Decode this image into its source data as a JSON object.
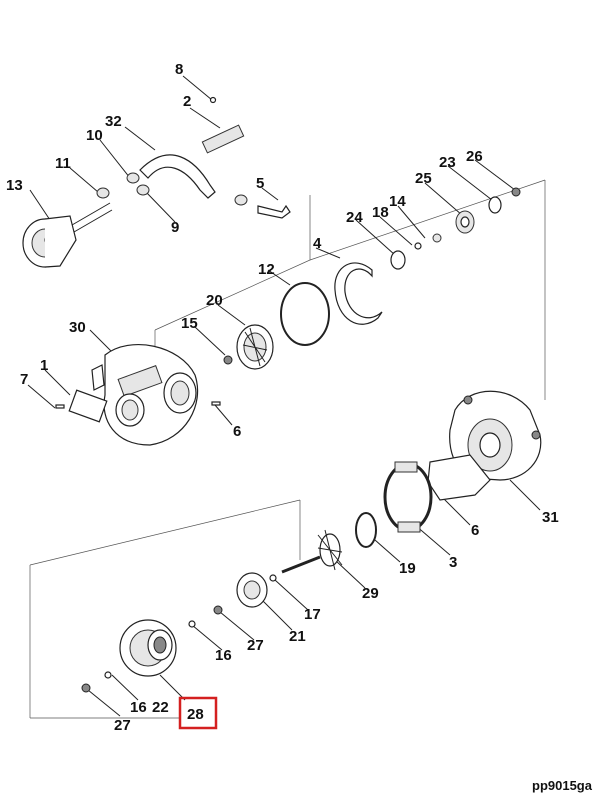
{
  "parts": {
    "p1": "1",
    "p2": "2",
    "p3": "3",
    "p4": "4",
    "p5": "5",
    "p6a": "6",
    "p6b": "6",
    "p7": "7",
    "p8": "8",
    "p9": "9",
    "p10": "10",
    "p11": "11",
    "p12": "12",
    "p13": "13",
    "p14": "14",
    "p15": "15",
    "p16a": "16",
    "p16b": "16",
    "p17": "17",
    "p18": "18",
    "p19": "19",
    "p20": "20",
    "p21": "21",
    "p22": "22",
    "p23": "23",
    "p24": "24",
    "p25": "25",
    "p26": "26",
    "p27a": "27",
    "p27b": "27",
    "p28": "28",
    "p29": "29",
    "p30": "30",
    "p31": "31",
    "p32": "32"
  },
  "highlight": {
    "color": "#d42020"
  },
  "diagram_code": "pp9015ga"
}
